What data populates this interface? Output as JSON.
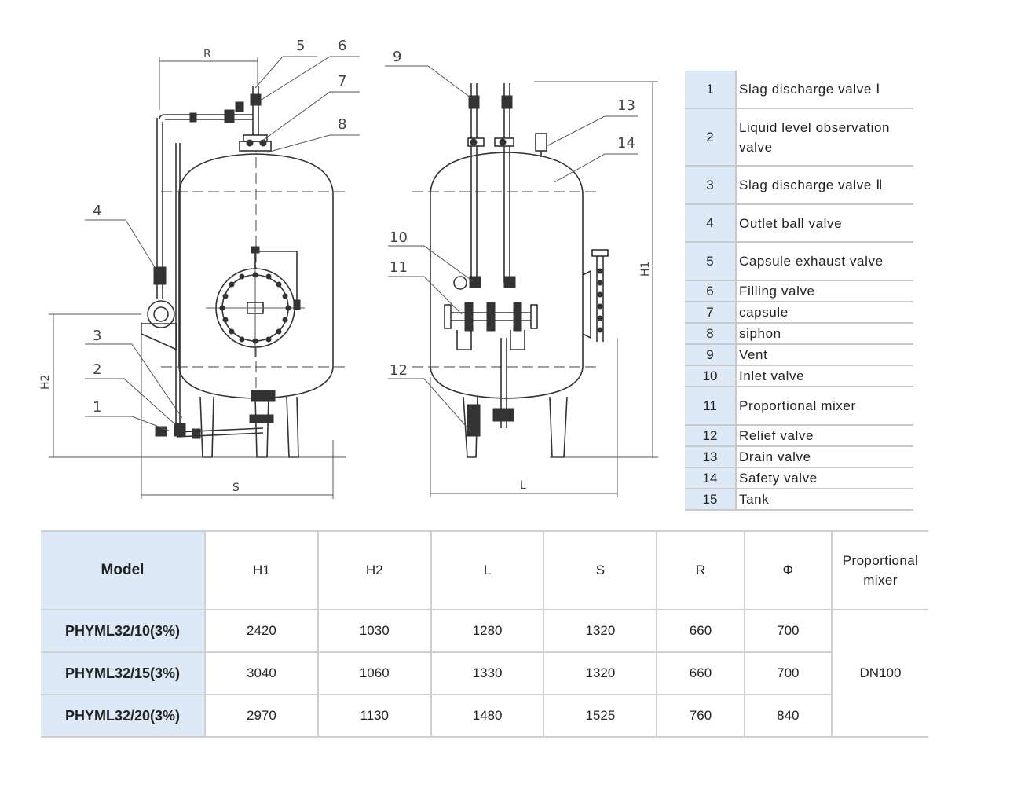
{
  "drawing": {
    "callouts": [
      "1",
      "2",
      "3",
      "4",
      "5",
      "6",
      "7",
      "8",
      "9",
      "10",
      "11",
      "12",
      "13",
      "14"
    ],
    "dimensions": {
      "R": "R",
      "H1": "H1",
      "H2": "H2",
      "S": "S",
      "L": "L"
    }
  },
  "legend": [
    {
      "num": "1",
      "name": "Slag discharge valve Ⅰ"
    },
    {
      "num": "2",
      "name": "Liquid level observation valve"
    },
    {
      "num": "3",
      "name": "Slag discharge valve Ⅱ"
    },
    {
      "num": "4",
      "name": "Outlet ball valve"
    },
    {
      "num": "5",
      "name": "Capsule exhaust valve"
    },
    {
      "num": "6",
      "name": "Filling valve"
    },
    {
      "num": "7",
      "name": "capsule"
    },
    {
      "num": "8",
      "name": "siphon"
    },
    {
      "num": "9",
      "name": "Vent"
    },
    {
      "num": "10",
      "name": "Inlet valve"
    },
    {
      "num": "11",
      "name": "Proportional mixer"
    },
    {
      "num": "12",
      "name": "Relief valve"
    },
    {
      "num": "13",
      "name": "Drain valve"
    },
    {
      "num": "14",
      "name": "Safety valve"
    },
    {
      "num": "15",
      "name": "Tank"
    }
  ],
  "spec_table": {
    "headers": [
      "Model",
      "H1",
      "H2",
      "L",
      "S",
      "R",
      "Φ",
      "Proportional mixer"
    ],
    "rows": [
      {
        "model": "PHYML32/10(3%)",
        "H1": "2420",
        "H2": "1030",
        "L": "1280",
        "S": "1320",
        "R": "660",
        "phi": "700"
      },
      {
        "model": "PHYML32/15(3%)",
        "H1": "3040",
        "H2": "1060",
        "L": "1330",
        "S": "1320",
        "R": "660",
        "phi": "700"
      },
      {
        "model": "PHYML32/20(3%)",
        "H1": "2970",
        "H2": "1130",
        "L": "1480",
        "S": "1525",
        "R": "760",
        "phi": "840"
      }
    ],
    "mixer_value": "DN100"
  }
}
